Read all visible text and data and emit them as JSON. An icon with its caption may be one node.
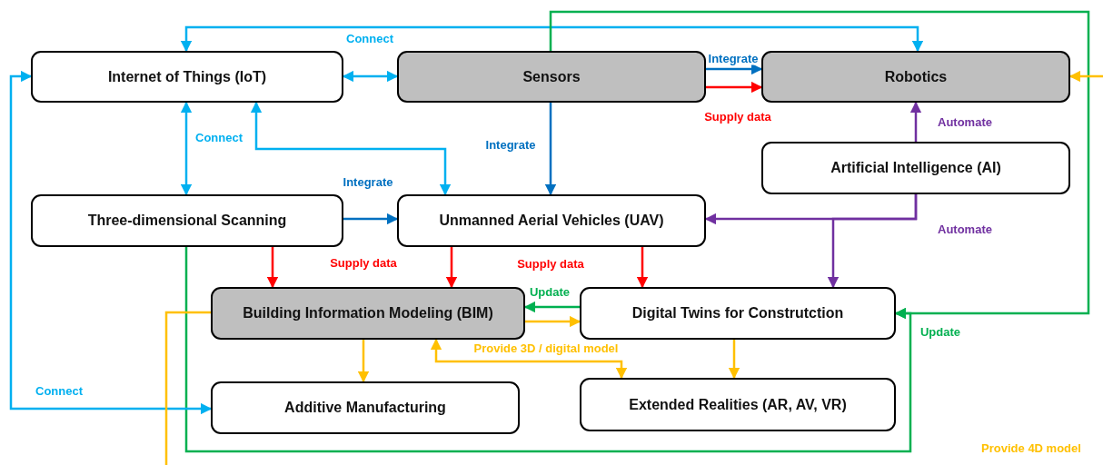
{
  "diagram": {
    "nodes": [
      {
        "text": [
          "Internet of Things (IoT)"
        ]
      },
      {
        "text": [
          "Sensors"
        ]
      },
      {
        "text": [
          "Robotics"
        ]
      },
      {
        "text": [
          "Artificial Intelligence (AI)"
        ]
      },
      {
        "text": [
          "Three-dimensional Scanning"
        ]
      },
      {
        "text": [
          "Unmanned Aerial Vehicles (UAV)"
        ]
      },
      {
        "text": [
          "Building Information Modeling (BIM)"
        ]
      },
      {
        "text": [
          "Digital Twins for Construtction"
        ]
      },
      {
        "text": [
          "Additive Manufacturing"
        ]
      },
      {
        "text": [
          "Extended Realities (AR, AV, VR)"
        ]
      }
    ],
    "edges": [
      {
        "from": 0,
        "to": 1,
        "arrow": "both",
        "color": "#00b0f0"
      },
      {
        "from": 0,
        "to": 2,
        "arrow": "both",
        "label": "Connect",
        "color": "#00b0f0"
      },
      {
        "from": 1,
        "to": 2,
        "arrow": "to",
        "label": "Integrate",
        "color": "#0070c0"
      },
      {
        "from": 1,
        "to": 2,
        "arrow": "to",
        "label": "Supply data",
        "color": "#ff0000"
      },
      {
        "from": 1,
        "to": 5,
        "arrow": "to",
        "label": "Integrate",
        "color": "#0070c0"
      },
      {
        "from": 0,
        "to": 4,
        "arrow": "both",
        "label": "Connect",
        "color": "#00b0f0"
      },
      {
        "from": 0,
        "to": 5,
        "arrow": "both",
        "color": "#00b0f0"
      },
      {
        "from": 4,
        "to": 5,
        "arrow": "to",
        "label": "Integrate",
        "color": "#0070c0"
      },
      {
        "from": 3,
        "to": 2,
        "arrow": "to",
        "label": "Automate",
        "color": "#7030a0"
      },
      {
        "from": 3,
        "to": 5,
        "arrow": "to",
        "label": "Automate",
        "color": "#7030a0"
      },
      {
        "from": 3,
        "to": 7,
        "arrow": "to",
        "color": "#7030a0"
      },
      {
        "from": 4,
        "to": 6,
        "arrow": "to",
        "label": "Supply data",
        "color": "#ff0000"
      },
      {
        "from": 5,
        "to": 6,
        "arrow": "to",
        "color": "#ff0000"
      },
      {
        "from": 5,
        "to": 7,
        "arrow": "to",
        "label": "Supply data",
        "color": "#ff0000"
      },
      {
        "from": 7,
        "to": 6,
        "arrow": "to",
        "label": "Update",
        "color": "#00b050"
      },
      {
        "from": 6,
        "to": 7,
        "arrow": "to",
        "color": "#ffc000"
      },
      {
        "from": 6,
        "to": 9,
        "arrow": "both",
        "label": "Provide  3D / digital model",
        "color": "#ffc000"
      },
      {
        "from": 6,
        "to": 8,
        "arrow": "to",
        "color": "#ffc000"
      },
      {
        "from": 7,
        "to": 9,
        "arrow": "to",
        "color": "#ffc000"
      },
      {
        "from": 1,
        "to": 7,
        "arrow": "to",
        "label": "Update",
        "color": "#00b050"
      },
      {
        "from": 4,
        "to": 7,
        "arrow": "to",
        "color": "#00b050"
      },
      {
        "from": 0,
        "to": 8,
        "arrow": "both",
        "label": "Connect",
        "color": "#00b0f0"
      },
      {
        "from": 6,
        "to": null,
        "arrow": "none",
        "color": "#ffc000"
      },
      {
        "from": null,
        "to": 2,
        "arrow": "to",
        "color": "#ffc000"
      }
    ],
    "labels": [
      "Provide 4D model"
    ]
  }
}
